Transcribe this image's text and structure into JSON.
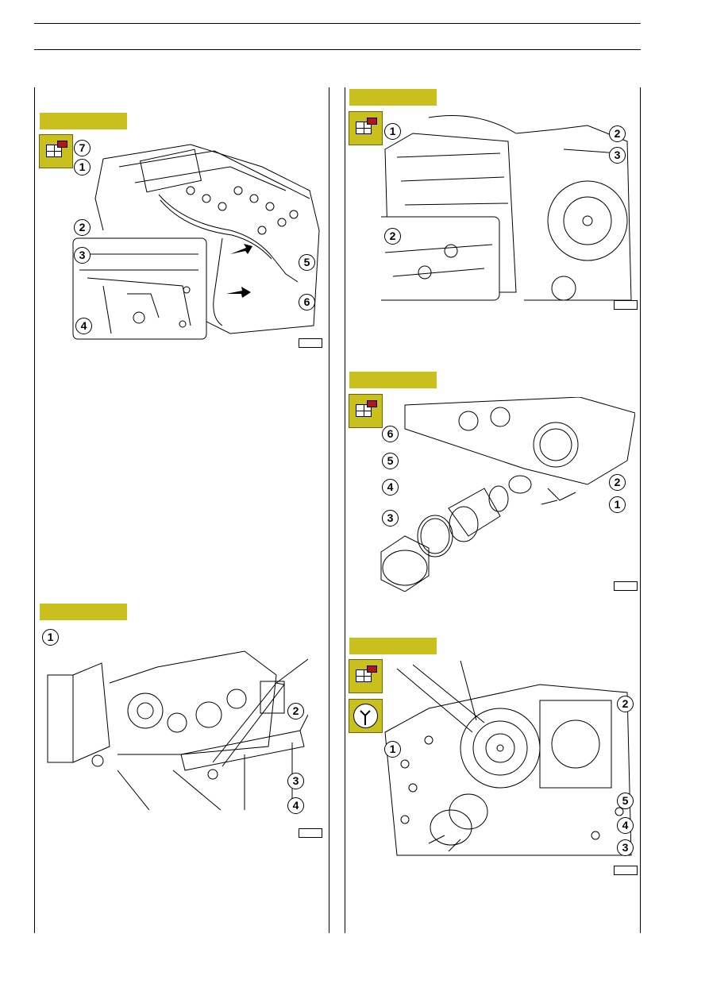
{
  "page": {
    "colors": {
      "header_band": "#c9c01e",
      "icon_bg": "#c9c01e",
      "icon_red": "#b3141a",
      "line": "#000000"
    }
  },
  "figures": {
    "fig_top_left": {
      "callouts": [
        "7",
        "1",
        "2",
        "3",
        "5",
        "4",
        "6"
      ],
      "icon": "removal-icon"
    },
    "fig_bottom_left": {
      "callouts": [
        "1",
        "2",
        "3",
        "4"
      ]
    },
    "fig_top_right": {
      "callouts": [
        "1",
        "2",
        "3",
        "2"
      ],
      "icon": "removal-icon"
    },
    "fig_mid_right": {
      "callouts": [
        "6",
        "5",
        "4",
        "3",
        "2",
        "1"
      ],
      "icon": "removal-icon"
    },
    "fig_bottom_right": {
      "callouts": [
        "2",
        "1",
        "5",
        "4",
        "3"
      ],
      "icon": "removal-icon",
      "icon2": "special-tool-icon"
    }
  }
}
